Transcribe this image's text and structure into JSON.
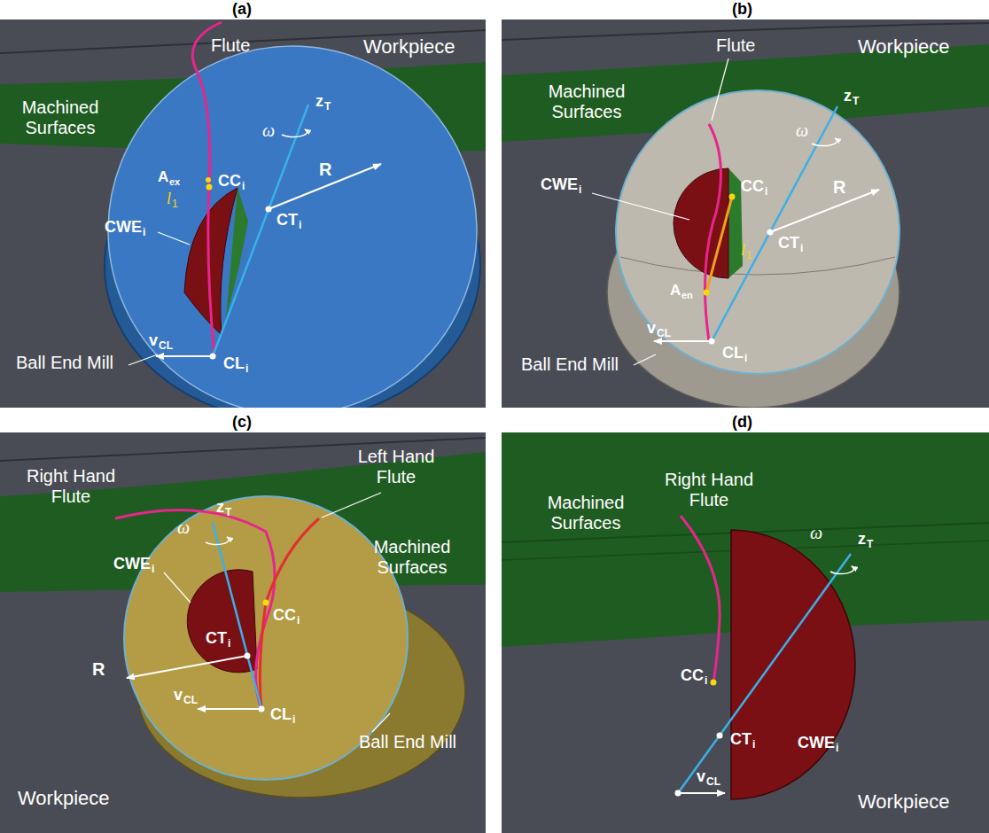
{
  "diagram": {
    "labels": [
      "(a)",
      "Flute",
      "Workpiece",
      "Machined Surfaces",
      "A",
      "ex",
      "l",
      "1",
      "CC",
      "i",
      "z",
      "T",
      "ω",
      "R",
      "CT",
      "i",
      "CWE",
      "i",
      "v",
      "CL",
      "CL",
      "i",
      "Ball End Mill",
      "(b)",
      "Flute",
      "Workpiece",
      "Machined Surfaces",
      "CWE",
      "i",
      "CC",
      "i",
      "z",
      "T",
      "ω",
      "R",
      "l",
      "1",
      "CT",
      "i",
      "A",
      "en",
      "v",
      "CL",
      "CL",
      "i",
      "Ball End Mill",
      "(c)",
      "Left Hand Flute",
      "Right Hand Flute",
      "Machined Surfaces",
      "ω",
      "z",
      "T",
      "CWE",
      "i",
      "CC",
      "i",
      "R",
      "CT",
      "i",
      "v",
      "CL",
      "CL",
      "i",
      "Ball End Mill",
      "Workpiece",
      "(d)",
      "Machined Surfaces",
      "Right Hand Flute",
      "ω",
      "z",
      "T",
      "CC",
      "i",
      "CT",
      "i",
      "v",
      "CL",
      "CWE",
      "i",
      "Workpiece"
    ]
  }
}
